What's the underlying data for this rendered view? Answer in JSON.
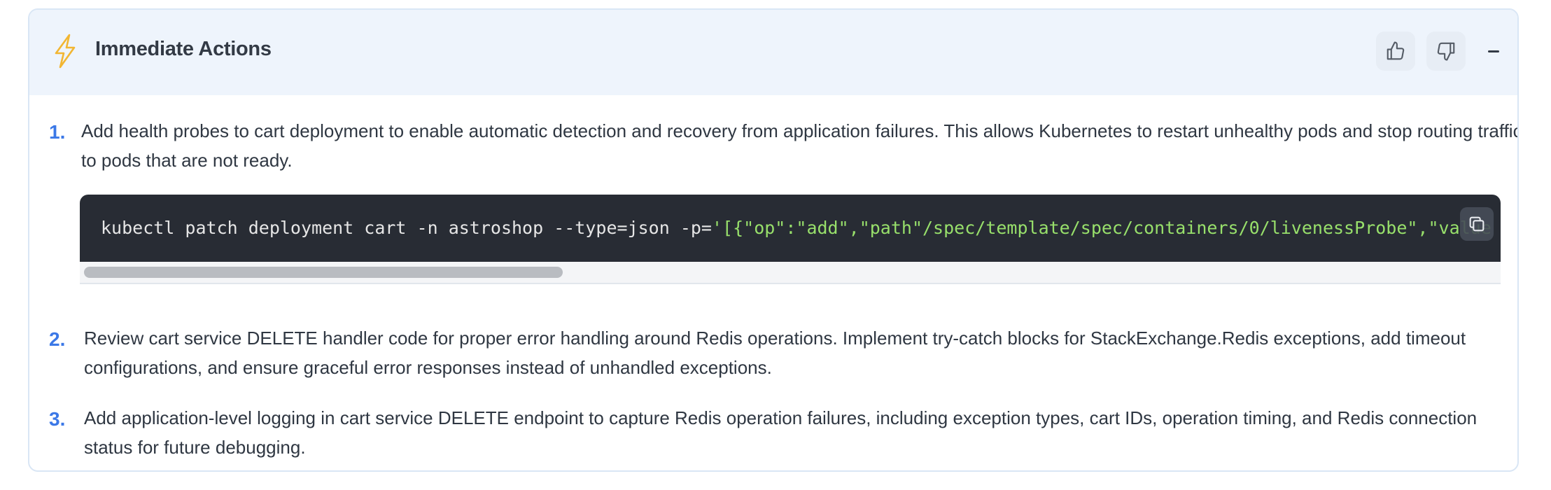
{
  "header": {
    "title": "Immediate Actions",
    "icons": {
      "bolt": "lightning-bolt-icon",
      "thumbs_up": "thumbs-up-icon",
      "thumbs_down": "thumbs-down-icon",
      "collapse": "minus-icon"
    }
  },
  "items": [
    {
      "number": "1.",
      "text": "Add health probes to cart deployment to enable automatic detection and recovery from application failures. This allows Kubernetes to restart unhealthy pods and stop routing traffic to pods that are not ready."
    },
    {
      "number": "2.",
      "text": "Review cart service DELETE handler code for proper error handling around Redis operations. Implement try-catch blocks for StackExchange.Redis exceptions, add timeout configurations, and ensure graceful error responses instead of unhandled exceptions."
    },
    {
      "number": "3.",
      "text": "Add application-level logging in cart service DELETE endpoint to capture Redis operation failures, including exception types, cart IDs, operation timing, and Redis connection status for future debugging."
    }
  ],
  "code": {
    "command": "kubectl patch deployment cart -n astroshop --type=json -p=",
    "string": "'[{\"op\":\"add\",\"path\"/spec/template/spec/containers/0/livenessProbe\",\"value"
  },
  "colors": {
    "accent": "#3b78e7",
    "header_bg": "#eef4fc",
    "code_bg": "#282c34",
    "code_string": "#98e06b",
    "bolt": "#f2b632"
  }
}
